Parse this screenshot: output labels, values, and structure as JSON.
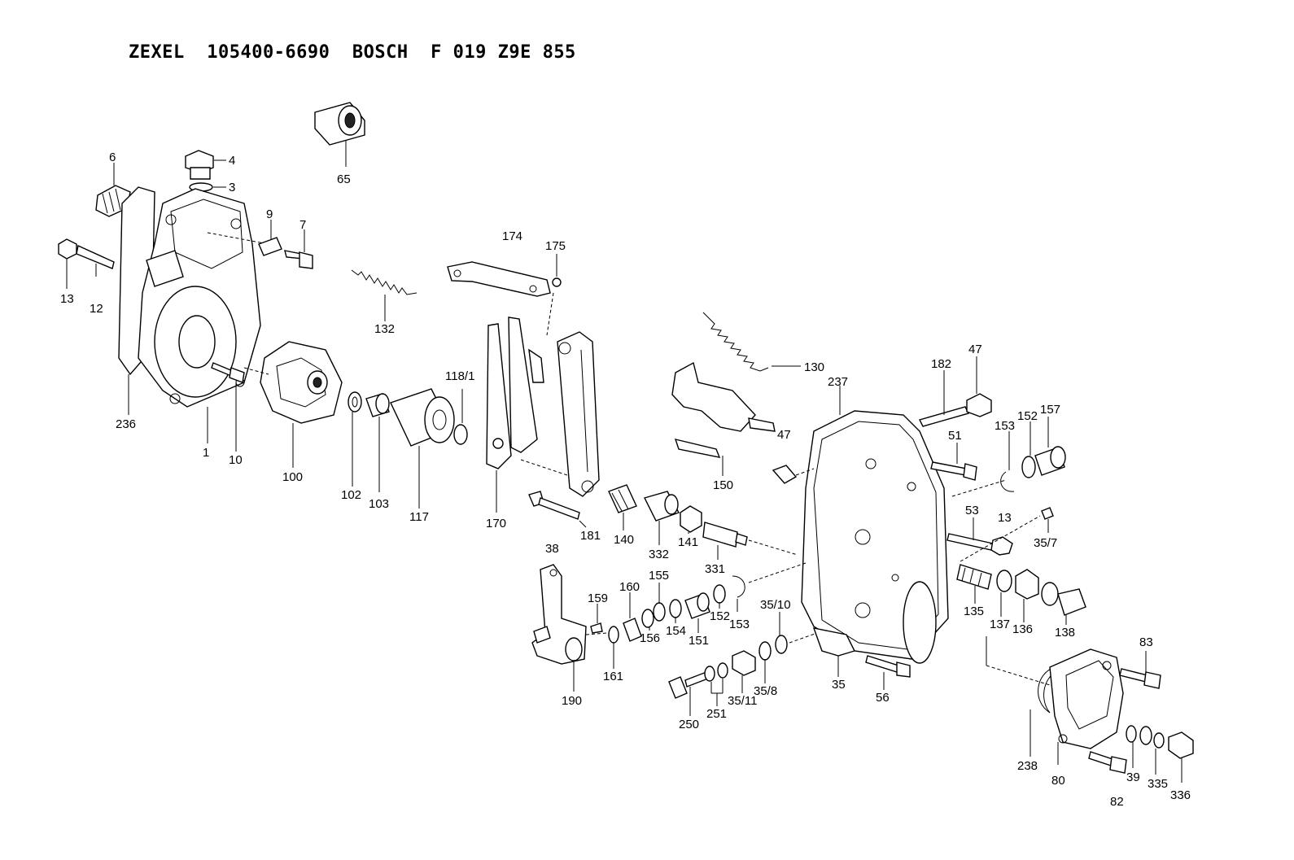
{
  "header": {
    "title": "ZEXEL  105400-6690  BOSCH  F 019 Z9E 855"
  },
  "callouts": [
    "65",
    "4",
    "3",
    "6",
    "9",
    "7",
    "13",
    "12",
    "236",
    "1",
    "10",
    "100",
    "102",
    "103",
    "117",
    "132",
    "174",
    "175",
    "118/1",
    "170",
    "181",
    "140",
    "332",
    "141",
    "331",
    "130",
    "47",
    "150",
    "237",
    "182",
    "47",
    "51",
    "153",
    "152",
    "157",
    "53",
    "13",
    "35/7",
    "38",
    "159",
    "160",
    "155",
    "161",
    "156",
    "154",
    "151",
    "152",
    "153",
    "190",
    "35/10",
    "250",
    "251",
    "35/11",
    "35/8",
    "35",
    "56",
    "135",
    "137",
    "136",
    "138",
    "83",
    "238",
    "80",
    "82",
    "39",
    "335",
    "336"
  ]
}
